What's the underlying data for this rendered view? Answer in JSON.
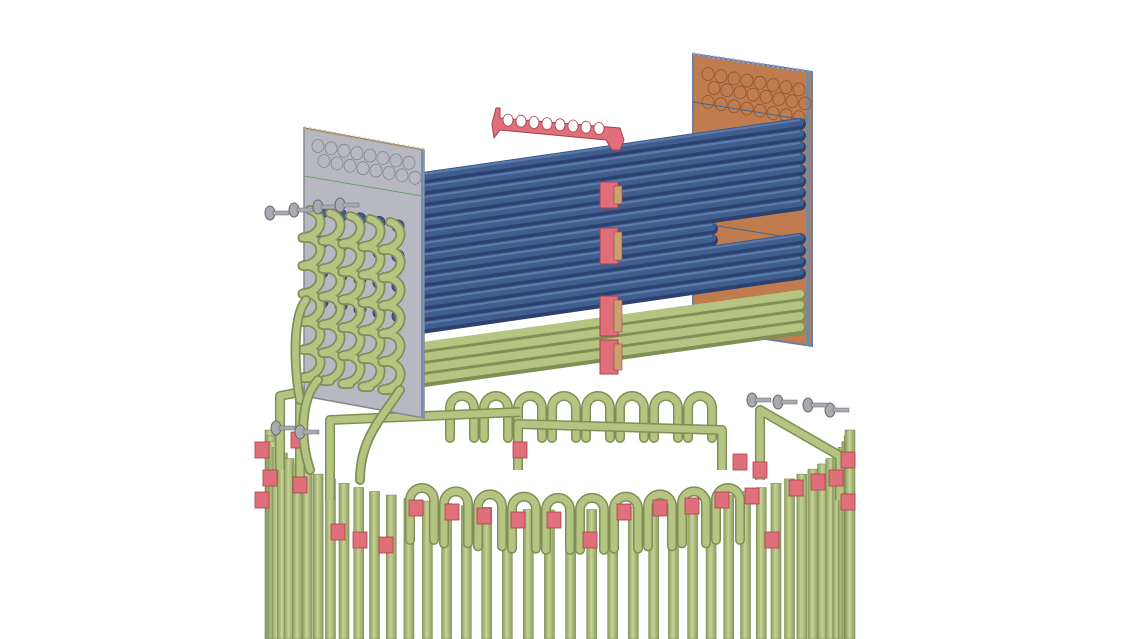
{
  "colors": {
    "background": "#ffffff",
    "tube_blue": "#3f5e8e",
    "tube_blue_dark": "#2b4170",
    "tube_blue_light": "#6f8fbf",
    "tube_green": "#b6c482",
    "tube_green_dark": "#7f8f55",
    "tube_green_light": "#d6e0a6",
    "support_red": "#df6f7b",
    "support_red_dark": "#a8404c",
    "plate_gray": "#b8b8c2",
    "plate_gray_dark": "#85858f",
    "plate_copper": "#c07c4f",
    "plate_copper_dark": "#8a5533",
    "flange_gray": "#a8aab0"
  },
  "components": [
    {
      "id": "left-tube-sheet",
      "icon": "gray-tube-sheet-plate"
    },
    {
      "id": "right-tube-sheet",
      "icon": "copper-tube-sheet-plate"
    },
    {
      "id": "blue-tube-bank",
      "icon": "straight-tube-bundle"
    },
    {
      "id": "green-tube-bank",
      "icon": "straight-tube-bundle"
    },
    {
      "id": "top-support-bracket",
      "icon": "perforated-support-bracket"
    },
    {
      "id": "u-bend-return-tubes",
      "icon": "serpentine-tube-coils"
    },
    {
      "id": "cylindrical-tube-cage",
      "icon": "vertical-tube-wall"
    },
    {
      "id": "inlet-flanges",
      "icon": "pipe-flange"
    }
  ]
}
